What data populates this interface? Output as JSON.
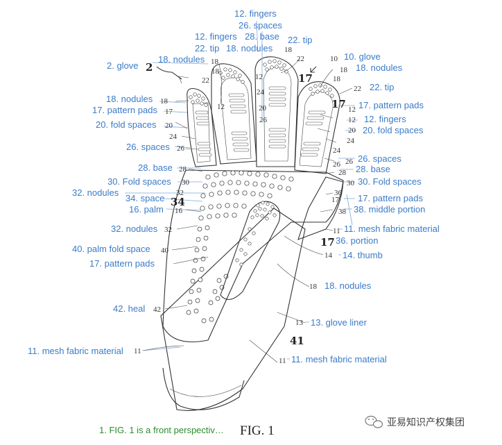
{
  "colors": {
    "label": "#3a7bc8",
    "caption": "#2e8b2e",
    "ink": "#333333"
  },
  "figure": {
    "caption": "1. FIG. 1 is a front perspectiv…",
    "fig_label": "FIG. 1",
    "handwritten_2": "2",
    "handwritten_17a": "17",
    "handwritten_17b": "17",
    "handwritten_17c": "17",
    "handwritten_34": "34",
    "handwritten_41": "41"
  },
  "brand": {
    "name": "亚易知识产权集团",
    "icon": "wechat-icon"
  },
  "labels": {
    "fingers_top": "12. fingers",
    "spaces_top": "26. spaces",
    "fingers_2": "12. fingers",
    "base_top": "28. base",
    "tip_top_right": "22. tip",
    "tip_top_left": "22. tip",
    "nodules_top": "18. nodules",
    "glove_right": "10. glove",
    "nodules_right_1": "18. nodules",
    "glove_left": "2. glove",
    "nodules_left_1": "18. nodules",
    "tip_right": "22. tip",
    "nodules_left_2": "18. nodules",
    "pattern_pads_left_1": "17. pattern pads",
    "pattern_pads_right_1": "17. pattern pads",
    "fingers_right": "12. fingers",
    "fold_spaces_left": "20. fold spaces",
    "fold_spaces_right": "20. fold spaces",
    "spaces_left": "26. spaces",
    "spaces_right": "26. spaces",
    "base_left": "28. base",
    "base_right": "28. base",
    "fold_spaces_30_left": "30. Fold spaces",
    "fold_spaces_30_right": "30. Fold spaces",
    "nodules_32_left": "32. nodules",
    "pattern_pads_right_2": "17. pattern pads",
    "space_34": "34. space",
    "middle_portion": "38. middle portion",
    "palm": "16. palm",
    "mesh_fabric_right": "11. mesh fabric material",
    "nodules_32_left_2": "32. nodules",
    "portion_36": "36. portion",
    "palm_fold_space": "40. palm fold space",
    "thumb": "14. thumb",
    "pattern_pads_left_2": "17. pattern pads",
    "nodules_bottom_right": "18. nodules",
    "heal": "42. heal",
    "glove_liner": "13. glove liner",
    "mesh_fabric_left": "11. mesh fabric material",
    "mesh_fabric_bottom": "11. mesh fabric material"
  },
  "refs": {
    "r18a": "18",
    "r12a": "12",
    "r18b": "18",
    "r22a": "22",
    "r10": "10",
    "r18c": "18",
    "r22b": "22",
    "r12b": "12",
    "r24a": "24",
    "r20a": "20",
    "r18d": "18",
    "r22c": "22",
    "r18e": "18",
    "r17a": "17",
    "r20b": "20",
    "r24b": "24",
    "r26a": "26",
    "r12c": "12",
    "r28a": "28",
    "r26b": "26",
    "r28b": "28",
    "r30a": "30",
    "r32a": "32",
    "r30b": "30",
    "r36": "36",
    "r16": "16",
    "r38": "38",
    "r32b": "32",
    "r11a": "11",
    "r40": "40",
    "r14": "14",
    "r42": "42",
    "r18f": "18",
    "r13": "13",
    "r11b": "11",
    "r11c": "11",
    "r26c": "26",
    "r20c": "20",
    "r24c": "24",
    "r12d": "12",
    "r17b": "17",
    "r24d": "24",
    "r26d": "26",
    "r18g": "18"
  }
}
